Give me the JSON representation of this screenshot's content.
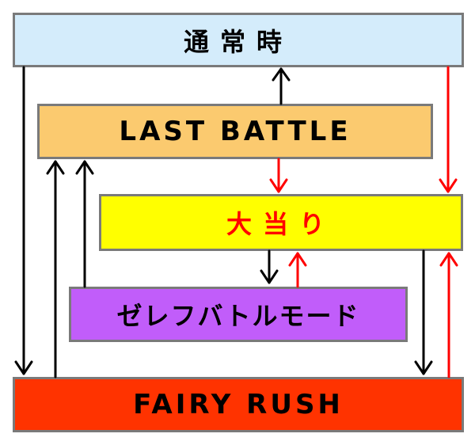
{
  "boxes": {
    "normal": {
      "label": "通常時",
      "fill": "#d4ecfb",
      "text_color": "#000000"
    },
    "last_battle": {
      "label": "LAST BATTLE",
      "fill": "#fbca6f",
      "text_color": "#000000"
    },
    "jackpot": {
      "label": "大当り",
      "fill": "#ffff00",
      "text_color": "#ff0000"
    },
    "zerefu_battle_mode": {
      "label": "ゼレフバトルモード",
      "fill": "#c15dfa",
      "text_color": "#000000"
    },
    "fairy_rush": {
      "label": "FAIRY RUSH",
      "fill": "#ff3300",
      "text_color": "#000000"
    }
  },
  "arrow_colors": {
    "black": "#000000",
    "red": "#ff0000"
  }
}
